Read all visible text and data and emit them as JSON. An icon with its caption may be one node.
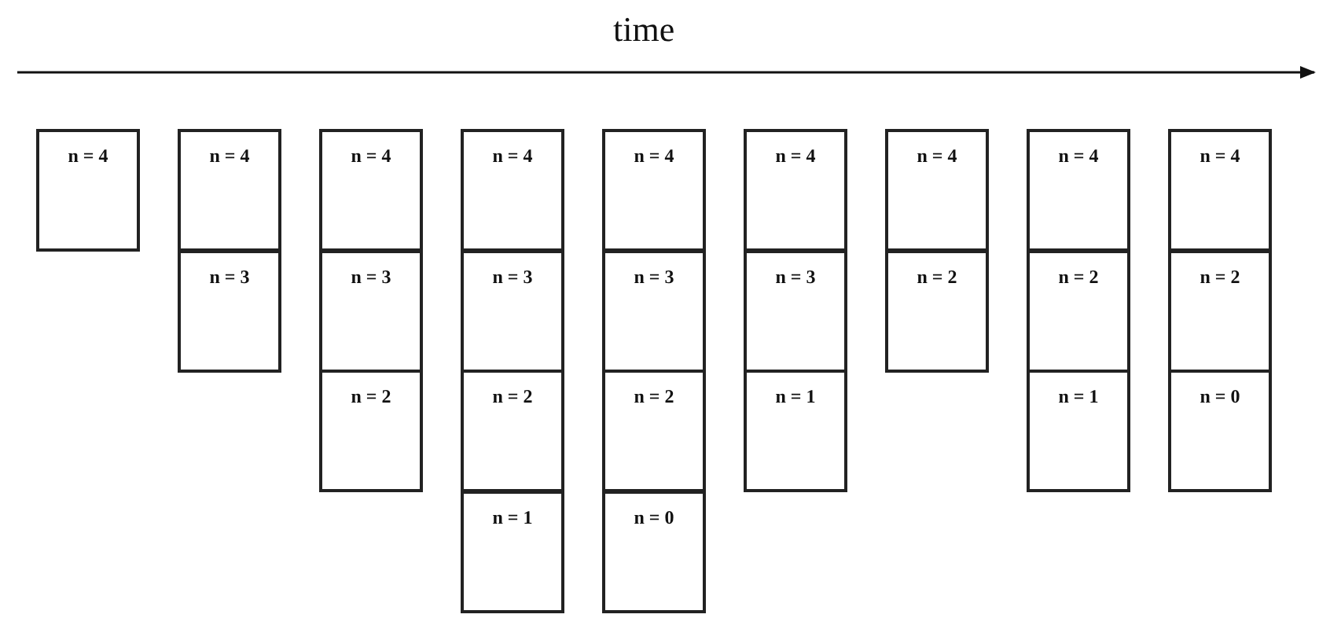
{
  "diagram": {
    "nodes": [
      {
        "text": [
          "n = 4"
        ]
      },
      {
        "text": [
          "n = 4"
        ]
      },
      {
        "text": [
          "n = 3"
        ]
      },
      {
        "text": [
          "n = 4"
        ]
      },
      {
        "text": [
          "n = 3"
        ]
      },
      {
        "text": [
          "n = 2"
        ]
      },
      {
        "text": [
          "n = 4"
        ]
      },
      {
        "text": [
          "n = 3"
        ]
      },
      {
        "text": [
          "n = 2"
        ]
      },
      {
        "text": [
          "n = 1"
        ]
      },
      {
        "text": [
          "n = 4"
        ]
      },
      {
        "text": [
          "n = 3"
        ]
      },
      {
        "text": [
          "n = 2"
        ]
      },
      {
        "text": [
          "n = 0"
        ]
      },
      {
        "text": [
          "n = 4"
        ]
      },
      {
        "text": [
          "n = 3"
        ]
      },
      {
        "text": [
          "n = 1"
        ]
      },
      {
        "text": [
          "n = 4"
        ]
      },
      {
        "text": [
          "n = 2"
        ]
      },
      {
        "text": [
          "n = 4"
        ]
      },
      {
        "text": [
          "n = 2"
        ]
      },
      {
        "text": [
          "n = 1"
        ]
      },
      {
        "text": [
          "n = 4"
        ]
      },
      {
        "text": [
          "n = 2"
        ]
      },
      {
        "text": [
          "n = 0"
        ]
      }
    ],
    "labels": [
      "time"
    ]
  }
}
